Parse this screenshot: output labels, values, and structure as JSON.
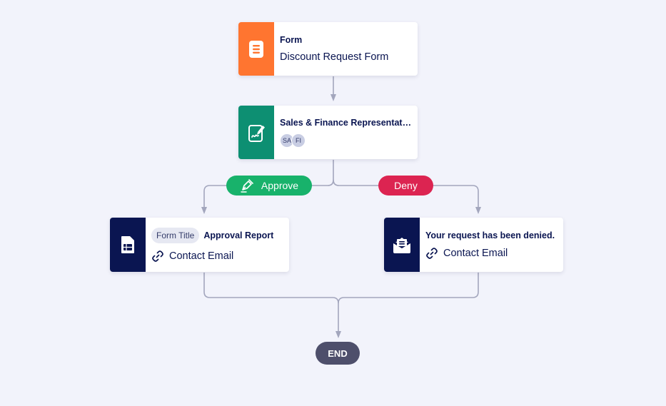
{
  "colors": {
    "background": "#f2f3fb",
    "form_accent": "#ff7530",
    "approval_accent": "#0d8f72",
    "report_accent": "#0a1551",
    "email_accent": "#0a1551",
    "approve_pill": "#18b26b",
    "deny_pill": "#dc2451",
    "connector": "#a3a6bd",
    "end_pill": "#4e4f6b"
  },
  "nodes": {
    "form": {
      "icon": "form-lines-icon",
      "type_label": "Form",
      "name": "Discount Request Form"
    },
    "approval": {
      "icon": "approval-signature-icon",
      "title": "Sales & Finance Representati...",
      "assignees": [
        "SA",
        "FI"
      ]
    },
    "report": {
      "icon": "report-sheet-icon",
      "chip": "Form Title",
      "title": "Approval Report",
      "link_icon": "link-icon",
      "link_label": "Contact Email"
    },
    "email": {
      "icon": "envelope-icon",
      "title": "Your request has been denied.",
      "link_icon": "link-icon",
      "link_label": "Contact Email"
    }
  },
  "branches": {
    "approve": {
      "icon": "signature-pen-icon",
      "label": "Approve"
    },
    "deny": {
      "label": "Deny"
    }
  },
  "end": {
    "label": "END"
  }
}
